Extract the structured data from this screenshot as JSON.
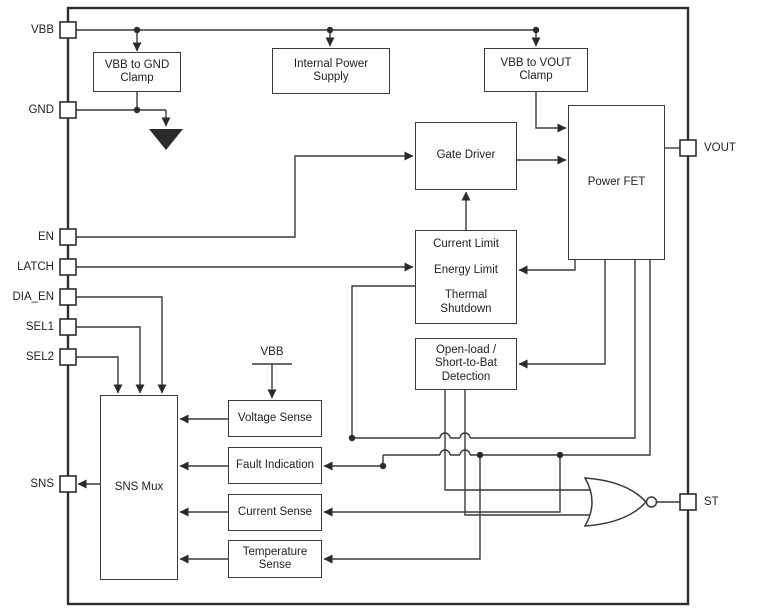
{
  "pins": {
    "left": [
      {
        "id": "vbb",
        "label": "VBB"
      },
      {
        "id": "gnd",
        "label": "GND"
      },
      {
        "id": "en",
        "label": "EN"
      },
      {
        "id": "latch",
        "label": "LATCH"
      },
      {
        "id": "dia_en",
        "label": "DIA_EN"
      },
      {
        "id": "sel1",
        "label": "SEL1"
      },
      {
        "id": "sel2",
        "label": "SEL2"
      },
      {
        "id": "sns",
        "label": "SNS"
      }
    ],
    "right": [
      {
        "id": "vout",
        "label": "VOUT"
      },
      {
        "id": "st",
        "label": "ST"
      }
    ]
  },
  "blocks": {
    "vbb_gnd_clamp": {
      "lines": [
        "VBB to GND",
        "Clamp"
      ]
    },
    "internal_power_supply": {
      "lines": [
        "Internal Power",
        "Supply"
      ]
    },
    "vbb_vout_clamp": {
      "lines": [
        "VBB to VOUT",
        "Clamp"
      ]
    },
    "gate_driver": {
      "label": "Gate Driver"
    },
    "power_fet": {
      "label": "Power FET"
    },
    "protection": {
      "lines": [
        "Current Limit",
        "Energy Limit",
        "Thermal Shutdown"
      ]
    },
    "open_load_detection": {
      "lines": [
        "Open-load /",
        "Short-to-Bat",
        "Detection"
      ]
    },
    "sns_mux": {
      "label": "SNS Mux"
    },
    "voltage_sense": {
      "label": "Voltage Sense"
    },
    "fault_indication": {
      "label": "Fault Indication"
    },
    "current_sense": {
      "label": "Current Sense"
    },
    "temperature_sense": {
      "lines": [
        "Temperature",
        "Sense"
      ]
    }
  },
  "annotations": {
    "vbb_reference": "VBB"
  },
  "symbols": {
    "ground": "ground-symbol",
    "logic_gate": "nor-gate",
    "junction": "junction-dot",
    "crossover": "wire-hop-arc",
    "arrow": "arrowhead"
  },
  "colors": {
    "wire": "#3a3a3a",
    "block_border": "#3a3a3a",
    "text": "#222222",
    "background": "#ffffff",
    "arrow": "#2b2b2b"
  }
}
